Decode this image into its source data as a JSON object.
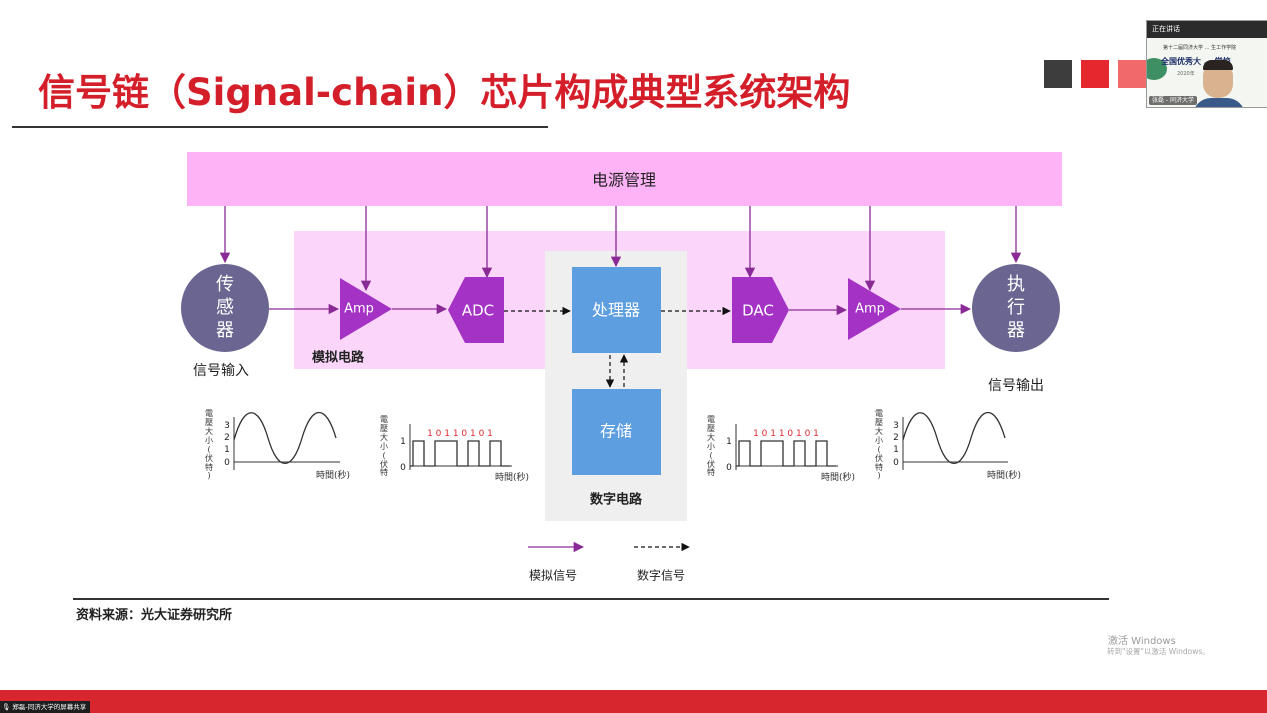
{
  "slide": {
    "title": "信号链（Signal-chain）芯片构成典型系统架构",
    "source": "资料来源：光大证券研究所",
    "accent_colors": [
      "#3d3d3d",
      "#e5282e",
      "#f06a6a"
    ]
  },
  "diagram": {
    "power_label": "电源管理",
    "sensor_chars": [
      "传",
      "感",
      "器"
    ],
    "actuator_chars": [
      "执",
      "行",
      "器"
    ],
    "input_label": "信号输入",
    "output_label": "信号输出",
    "analog_circuit_label": "模拟电路",
    "digital_circuit_label": "数字电路",
    "amp_label": "Amp",
    "adc_label": "ADC",
    "dac_label": "DAC",
    "processor_label": "处理器",
    "storage_label": "存储",
    "legend_analog": "模拟信号",
    "legend_digital": "数字信号",
    "graph_ylabel_chars": [
      "電",
      "壓",
      "大",
      "小",
      "(",
      "伏",
      "特",
      ")"
    ],
    "graph_xlabel": "時間(秒)",
    "analog_ticks": [
      "3",
      "2",
      "1",
      "0"
    ],
    "digital_ticks": [
      "1",
      "0"
    ],
    "bits": "1 0 1 1 0 1 0 1",
    "colors": {
      "power_bar": "#ffb3f7",
      "analog_zone": "#fcd6fa",
      "digital_zone": "#efefef",
      "circle": "#6a6691",
      "purple": "#a432c4",
      "blue_box": "#5c9ee0",
      "arrow": "#8a2a96"
    }
  },
  "video": {
    "status": "正在讲话",
    "board_line1": "第十二届同济大学 … 生工作学院",
    "board_line2": "全国优秀大 … 学校",
    "board_line3": "2020年",
    "name_tag": "张磊 - 同济大学"
  },
  "windows_watermark": {
    "line1": "激活 Windows",
    "line2": "转到\"设置\"以激活 Windows。"
  },
  "share_banner": "郑磊-同济大学的屏幕共享"
}
